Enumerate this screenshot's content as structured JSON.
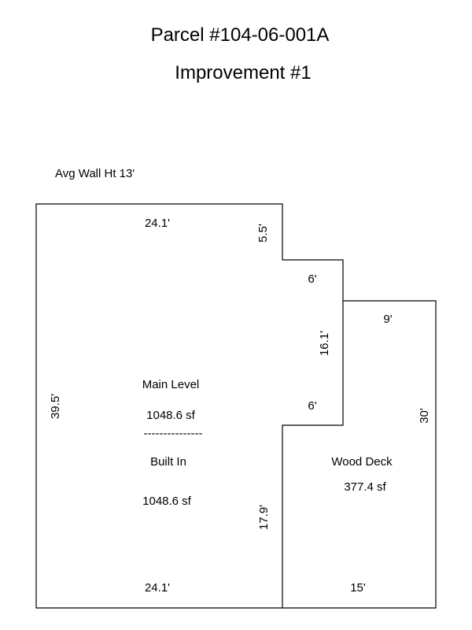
{
  "header": {
    "parcel": "Parcel #104-06-001A",
    "improvement": "Improvement #1"
  },
  "notes": {
    "wall_height": "Avg Wall Ht 13'"
  },
  "main_level": {
    "name": "Main Level",
    "area": "1048.6 sf",
    "separator": "---------------",
    "sub_name": "Built In",
    "sub_area": "1048.6 sf",
    "dims": {
      "top": "24.1'",
      "right_upper": "5.5'",
      "notch_top": "6'",
      "notch_side": "16.1'",
      "notch_bottom": "6'",
      "right_lower": "17.9'",
      "bottom": "24.1'",
      "left": "39.5'"
    }
  },
  "wood_deck": {
    "name": "Wood Deck",
    "area": "377.4 sf",
    "dims": {
      "top": "9'",
      "right": "30'",
      "bottom": "15'"
    }
  }
}
